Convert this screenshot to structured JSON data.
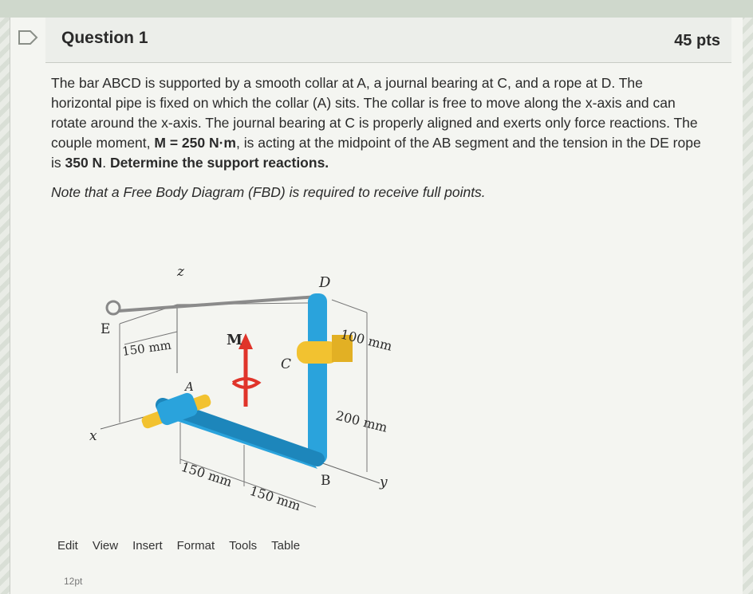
{
  "question": {
    "title": "Question 1",
    "points": "45 pts",
    "text_part1": "The bar ABCD is supported by a smooth collar at A, a journal bearing at C, and a rope at D.  The horizontal pipe is fixed on which the collar (A) sits.  The collar is free to move along the x-axis and can rotate around the x-axis.  The journal bearing at C is properly aligned and exerts only force reactions.  The couple moment, ",
    "moment_bold": "M = 250 N·m",
    "text_part2": ", is acting at the midpoint of the AB segment and the tension in the DE rope is ",
    "tension_bold": "350  N",
    "text_part3": ". ",
    "instruction_bold": "Determine the support reactions.",
    "note": "Note that a Free Body Diagram (FBD) is required to receive full points."
  },
  "diagram": {
    "axis_z": "z",
    "axis_x": "x",
    "axis_y": "y",
    "point_A": "A",
    "point_B": "B",
    "point_C": "C",
    "point_D": "D",
    "point_E": "E",
    "moment_label": "M",
    "dim_150_vertical": "150 mm",
    "dim_100": "100 mm",
    "dim_200": "200 mm",
    "dim_150_ab1": "150 mm",
    "dim_150_ab2": "150 mm",
    "colors": {
      "bar": "#2aa3dc",
      "collar": "#f2c230",
      "moment": "#e0342a"
    }
  },
  "editor_menu": {
    "items": [
      "Edit",
      "View",
      "Insert",
      "Format",
      "Tools",
      "Table"
    ],
    "font_size": "12pt"
  }
}
